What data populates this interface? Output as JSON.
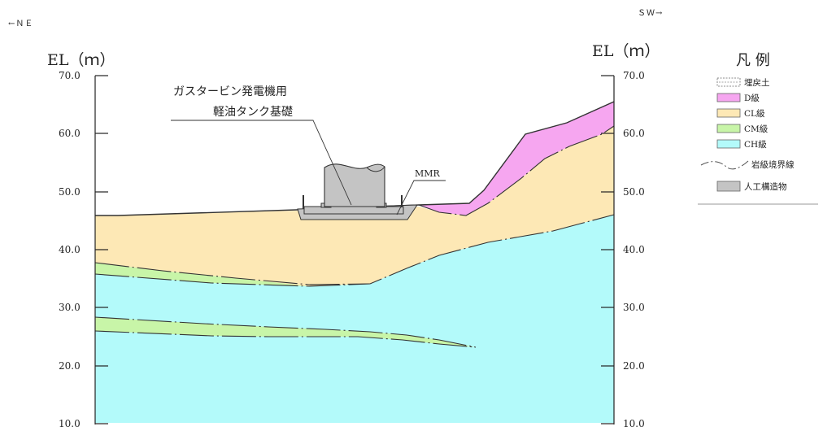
{
  "direction": {
    "left": "←ＮＥ",
    "right": "ＳＷ→"
  },
  "axes": {
    "left_label": "EL（ｍ）",
    "right_label": "EL（ｍ）",
    "ticks": [
      "70.0",
      "60.0",
      "50.0",
      "40.0",
      "30.0",
      "20.0",
      "10.0"
    ],
    "range": [
      10,
      70
    ]
  },
  "annotations": {
    "structure_line1": "ガスタービン発電機用",
    "structure_line2": "軽油タンク基礎",
    "mmr": "MMR"
  },
  "legend": {
    "title": "凡 例",
    "items": [
      {
        "label": "埋戻土",
        "color": "#ffffff",
        "pattern": "dashed"
      },
      {
        "label": "D級",
        "color": "#f6a6f0"
      },
      {
        "label": "CL級",
        "color": "#fde8b5"
      },
      {
        "label": "CM級",
        "color": "#c8f5a8"
      },
      {
        "label": "CH級",
        "color": "#b3fafa"
      },
      {
        "label": "岩級境界線",
        "color": "#555555",
        "pattern": "line"
      },
      {
        "label": "人工構造物",
        "color": "#c4c4c4"
      }
    ]
  },
  "colors": {
    "d_class": "#f6a6f0",
    "cl_class": "#fde8b5",
    "cm_class": "#c8f5a8",
    "ch_class": "#b3fafa",
    "structure": "#c4c4c4"
  }
}
